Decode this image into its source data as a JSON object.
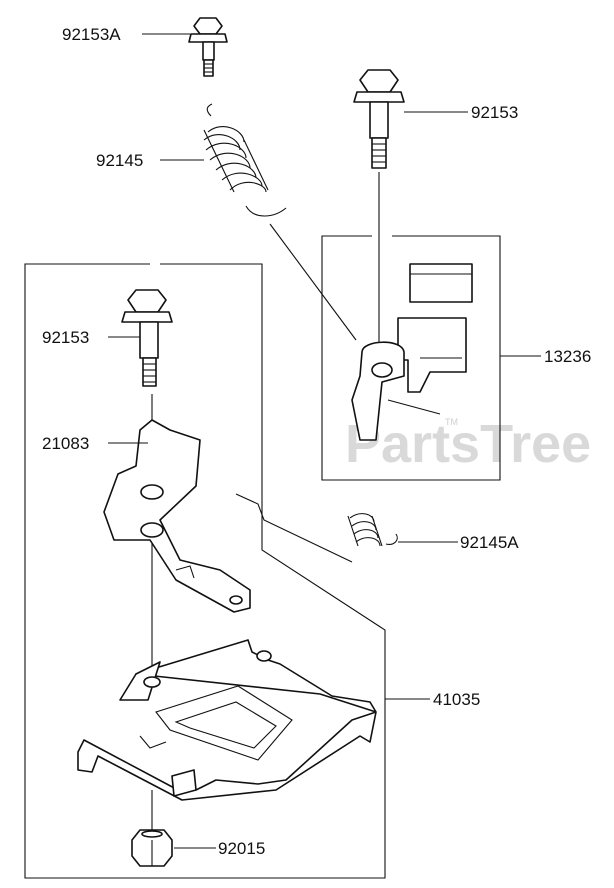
{
  "watermark": "PartsTree",
  "watermark_tm": "TM",
  "callouts": [
    {
      "id": "c1",
      "label": "92153A"
    },
    {
      "id": "c2",
      "label": "92145"
    },
    {
      "id": "c3",
      "label": "92153"
    },
    {
      "id": "c4",
      "label": "13236"
    },
    {
      "id": "c5",
      "label": "92153"
    },
    {
      "id": "c6",
      "label": "21083"
    },
    {
      "id": "c7",
      "label": "92145A"
    },
    {
      "id": "c8",
      "label": "41035"
    },
    {
      "id": "c9",
      "label": "92015"
    }
  ]
}
